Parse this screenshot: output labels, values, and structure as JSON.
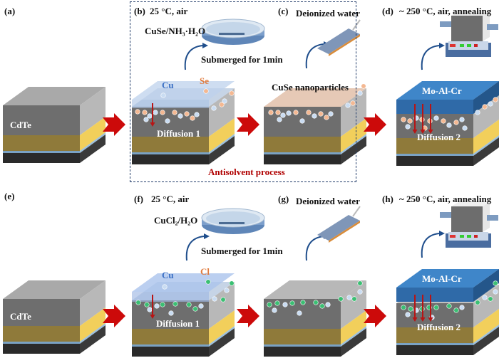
{
  "top_row": {
    "a": {
      "panel": "(a)",
      "layer_label": "CdTe"
    },
    "b": {
      "panel": "(b)",
      "condition": "25 °C, air",
      "solution": "CuSe/NH₃·H₂O",
      "step": "Submerged for 1min",
      "ion_1": "Cu",
      "ion_2": "Se",
      "diffusion": "Diffusion 1"
    },
    "c": {
      "panel": "(c)",
      "rinse": "Deionized water",
      "layer_label": "CuSe nanoparticles"
    },
    "d": {
      "panel": "(d)",
      "condition": "~ 250 °C, air, annealing",
      "cap_label": "Mo-Al-Cr",
      "diffusion": "Diffusion 2"
    },
    "box_caption": "Antisolvent process"
  },
  "bottom_row": {
    "e": {
      "panel": "(e)",
      "layer_label": "CdTe"
    },
    "f": {
      "panel": "(f)",
      "condition": "25 °C, air",
      "solution": "CuCl₂/H₂O",
      "step": "Submerged for 1min",
      "ion_1": "Cu",
      "ion_2": "Cl",
      "diffusion": "Diffusion 1"
    },
    "g": {
      "panel": "(g)",
      "rinse": "Deionized water"
    },
    "h": {
      "panel": "(h)",
      "condition": "~ 250 °C, air, annealing",
      "cap_label": "Mo-Al-Cr",
      "diffusion": "Diffusion 2"
    }
  },
  "colors": {
    "cdte_front": "#6e6e6e",
    "cdte_top": "#a9a9a9",
    "cdte_side": "#b8b8b8",
    "gold_front": "#8f7a3a",
    "gold_side": "#f2cf5b",
    "blue_thin": "#7aa2c4",
    "base": "#2a2a2a",
    "cu_dot": "#c9dcf2",
    "se_dot": "#f4b892",
    "cl_dot": "#3bbf73",
    "arrow_red": "#c00000",
    "curve_blue": "#1f4e8c",
    "cap_blue": "#3f86c9"
  }
}
